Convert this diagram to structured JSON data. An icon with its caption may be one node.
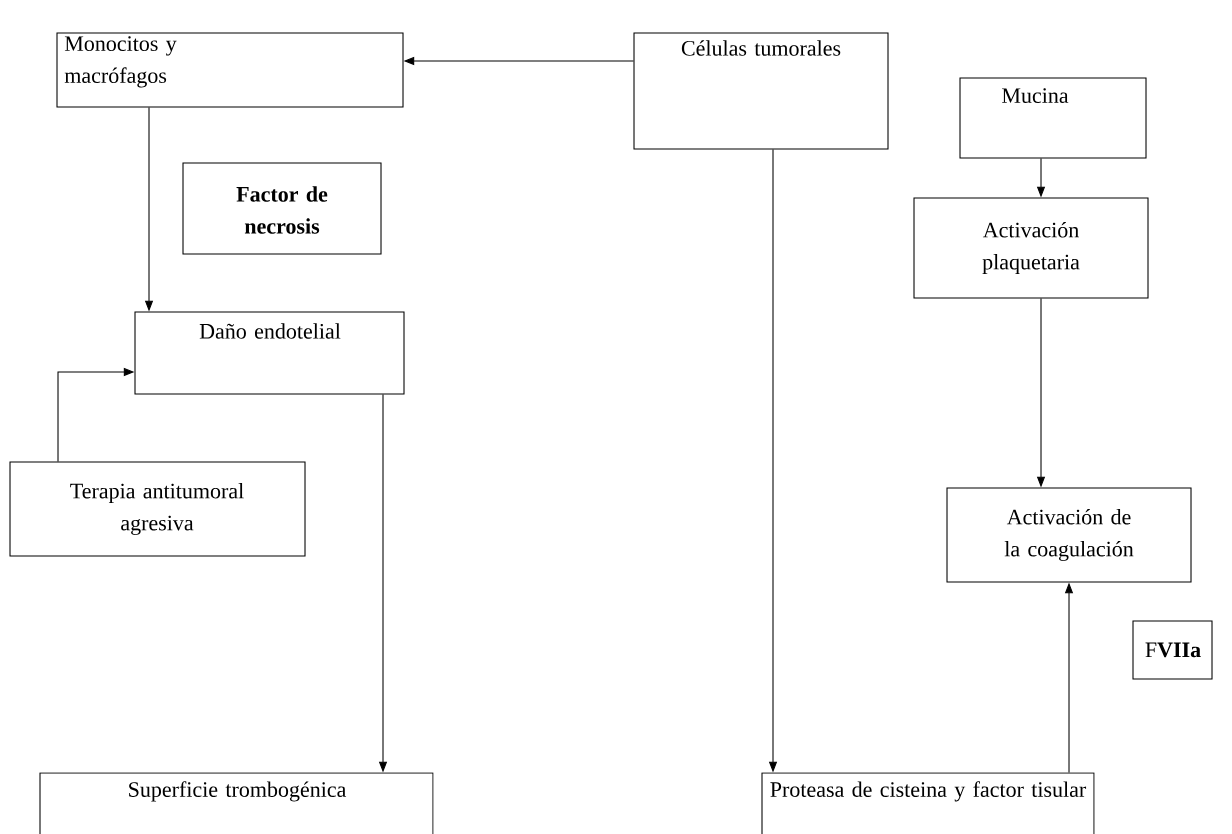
{
  "diagram": {
    "nodes": [
      {
        "text": [
          "Monocitos y macrófagos"
        ]
      },
      {
        "text": [
          "Células tumorales"
        ]
      },
      {
        "text": [
          "Mucina"
        ]
      },
      {
        "text": [
          "Factor de necrosis"
        ]
      },
      {
        "text": [
          "Activación plaquetaria"
        ]
      },
      {
        "text": [
          "Daño endotelial"
        ]
      },
      {
        "text": [
          "Terapia antitumoral agresiva"
        ]
      },
      {
        "text": [
          "Activación de la coagulación"
        ]
      },
      {
        "text": [
          "F**VIIa**"
        ]
      },
      {
        "text": [
          "Superficie trombogénica"
        ]
      },
      {
        "text": [
          "Proteasa de cisteina y factor tisular"
        ]
      }
    ],
    "edges": [
      {
        "from": 1,
        "to": 0,
        "arrow": "to"
      },
      {
        "from": 0,
        "to": 5,
        "arrow": "to"
      },
      {
        "from": 6,
        "to": 5,
        "arrow": "to"
      },
      {
        "from": 5,
        "to": 9,
        "arrow": "to"
      },
      {
        "from": 1,
        "to": 10,
        "arrow": "to"
      },
      {
        "from": 2,
        "to": 4,
        "arrow": "to"
      },
      {
        "from": 4,
        "to": 7,
        "arrow": "to"
      },
      {
        "from": 10,
        "to": 7,
        "arrow": "to"
      }
    ]
  }
}
